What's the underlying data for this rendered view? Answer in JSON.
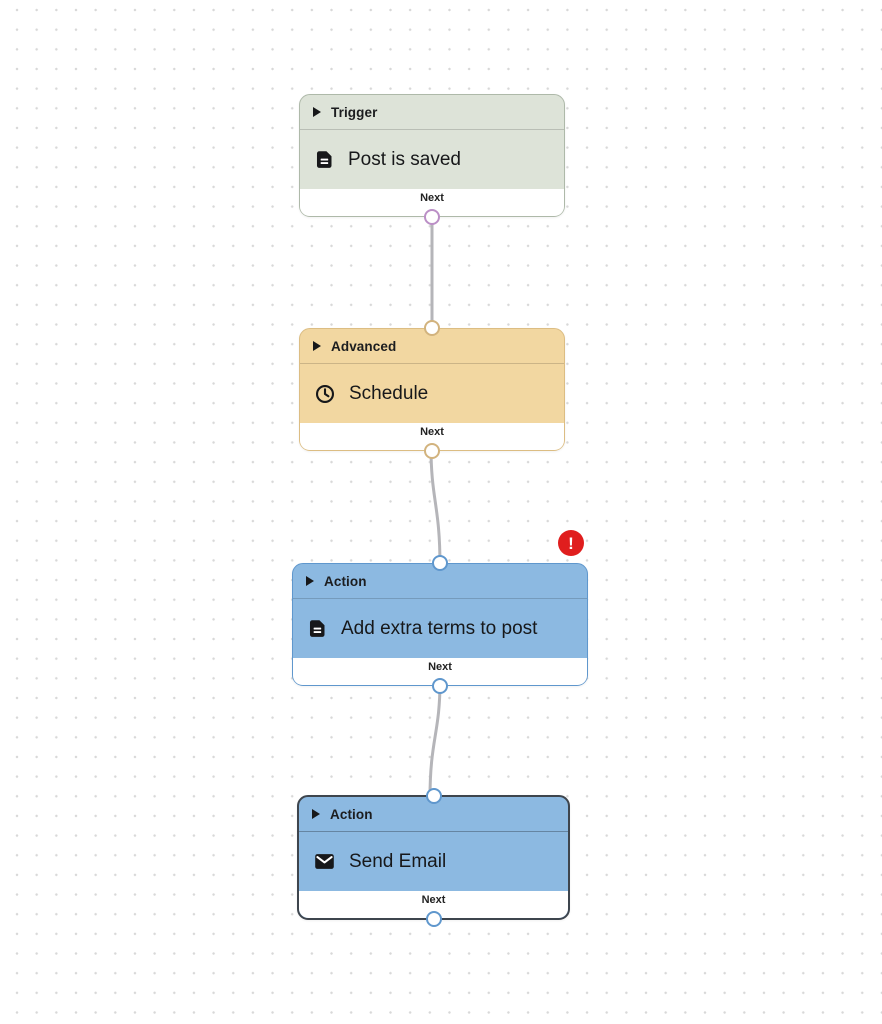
{
  "canvas": {
    "type": "workflow-editor-dot-grid"
  },
  "nodes": [
    {
      "category": "Trigger",
      "title": "Post is saved",
      "icon": "document-icon",
      "out_label": "Next"
    },
    {
      "category": "Advanced",
      "title": "Schedule",
      "icon": "clock-icon",
      "out_label": "Next"
    },
    {
      "category": "Action",
      "title": "Add extra terms to post",
      "icon": "document-icon",
      "out_label": "Next",
      "error_badge": "!"
    },
    {
      "category": "Action",
      "title": "Send Email",
      "icon": "envelope-icon",
      "out_label": "Next"
    }
  ],
  "colors": {
    "trigger_fill": "#dde3d8",
    "trigger_border": "#aeb9a9",
    "advanced_fill": "#f2d7a1",
    "advanced_border": "#dcbd83",
    "action_fill": "#8cb9e1",
    "action_border": "#5f97cd",
    "selected_border": "#3e454d",
    "edge": "#b5b5b9",
    "error_badge": "#e01e1e",
    "port_ring_trigger_out": "#bb8fc6",
    "port_ring_advanced": "#d2b37e",
    "port_ring_action": "#5f97cd",
    "grid_dot": "#d8d8d8",
    "text": "#17181a"
  }
}
